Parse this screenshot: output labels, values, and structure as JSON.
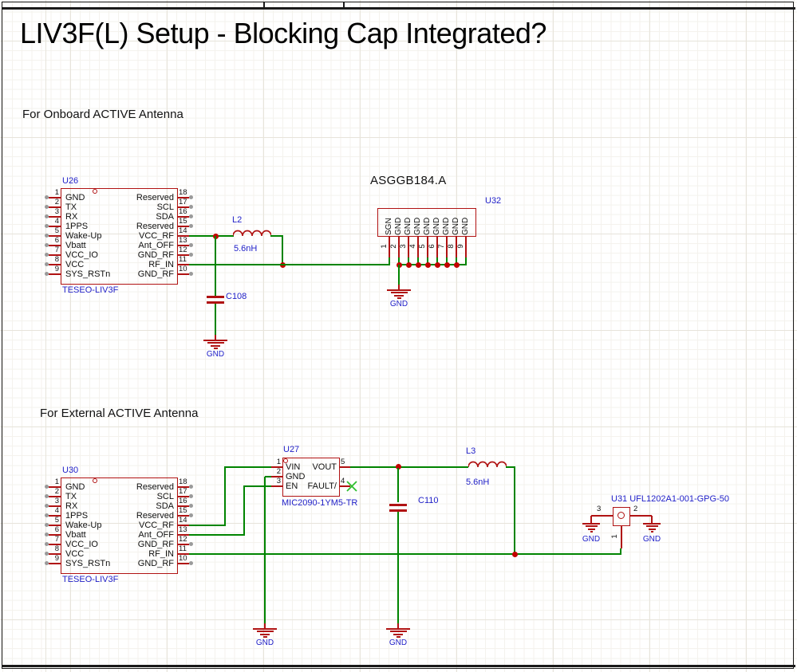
{
  "title": "LIV3F(L) Setup - Blocking Cap Integrated?",
  "sections": {
    "onboard": {
      "label": "For Onboard ACTIVE Antenna"
    },
    "external": {
      "label": "For External ACTIVE Antenna"
    }
  },
  "teseo": {
    "part": "TESEO-LIV3F",
    "left_pins": [
      {
        "num": "1",
        "name": "GND"
      },
      {
        "num": "2",
        "name": "TX"
      },
      {
        "num": "3",
        "name": "RX"
      },
      {
        "num": "4",
        "name": "1PPS"
      },
      {
        "num": "5",
        "name": "Wake-Up"
      },
      {
        "num": "6",
        "name": "Vbatt"
      },
      {
        "num": "7",
        "name": "VCC_IO"
      },
      {
        "num": "8",
        "name": "VCC"
      },
      {
        "num": "9",
        "name": "SYS_RSTn"
      }
    ],
    "right_pins": [
      {
        "num": "18",
        "name": "Reserved"
      },
      {
        "num": "17",
        "name": "SCL"
      },
      {
        "num": "16",
        "name": "SDA"
      },
      {
        "num": "15",
        "name": "Reserved"
      },
      {
        "num": "14",
        "name": "VCC_RF"
      },
      {
        "num": "13",
        "name": "Ant_OFF"
      },
      {
        "num": "12",
        "name": "GND_RF"
      },
      {
        "num": "11",
        "name": "RF_IN"
      },
      {
        "num": "10",
        "name": "GND_RF"
      }
    ]
  },
  "u26": {
    "designator": "U26"
  },
  "u30": {
    "designator": "U30"
  },
  "antenna": {
    "title": "ASGGB184.A",
    "designator": "U32",
    "pins": [
      {
        "num": "1",
        "name": "SGN"
      },
      {
        "num": "2",
        "name": "GND"
      },
      {
        "num": "3",
        "name": "GND"
      },
      {
        "num": "4",
        "name": "GND"
      },
      {
        "num": "5",
        "name": "GND"
      },
      {
        "num": "6",
        "name": "GND"
      },
      {
        "num": "7",
        "name": "GND"
      },
      {
        "num": "8",
        "name": "GND"
      },
      {
        "num": "9",
        "name": "GND"
      }
    ]
  },
  "regulator": {
    "designator": "U27",
    "part": "MIC2090-1YM5-TR",
    "left_pins": [
      {
        "num": "1",
        "name": "VIN"
      },
      {
        "num": "2",
        "name": "GND"
      },
      {
        "num": "3",
        "name": "EN"
      }
    ],
    "right_pins": [
      {
        "num": "5",
        "name": "VOUT"
      },
      {
        "num": "4",
        "name": "FAULT/"
      }
    ]
  },
  "connector": {
    "designator": "U31",
    "part": "UFL1202A1-001-GPG-50",
    "label": "U31 UFL1202A1-001-GPG-50",
    "pins": {
      "p3": "3",
      "p2": "2",
      "p1": "1"
    }
  },
  "inductors": {
    "l2": {
      "ref": "L2",
      "value": "5.6nH"
    },
    "l3": {
      "ref": "L3",
      "value": "5.6nH"
    }
  },
  "capacitors": {
    "c108": {
      "ref": "C108"
    },
    "c110": {
      "ref": "C110"
    }
  },
  "gnd_label": "GND",
  "colors": {
    "wire_green": "#008400",
    "symbol_red": "#b01212",
    "label_blue": "#2121c8",
    "junction_red": "#c40000",
    "unconnected_gray": "#9a9a9a",
    "no_connect_green": "#2fbf2f"
  }
}
